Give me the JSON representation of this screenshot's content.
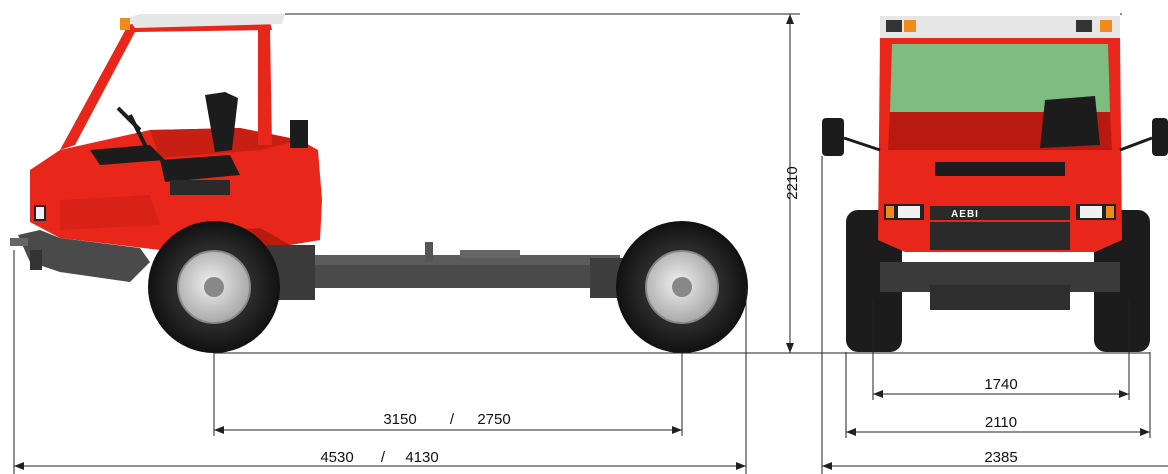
{
  "diagram": {
    "badge_text": "AEBI",
    "dimensions": {
      "height": "2210",
      "wheelbase_long": "3150",
      "wheelbase_short": "2750",
      "length_long": "4530",
      "length_short": "4130",
      "track": "1740",
      "width_tires": "2110",
      "width_mirrors": "2385",
      "separator": "/"
    },
    "colors": {
      "body_red": "#e8261a",
      "body_dark_red": "#b81a10",
      "chassis_grey": "#4a4a4a",
      "tire_black": "#1c1c1c",
      "rim_grey": "#d0d0d0",
      "windshield_green": "#7dbd7f",
      "roof_white": "#e6e6e6",
      "light_orange": "#f08a1a"
    }
  }
}
